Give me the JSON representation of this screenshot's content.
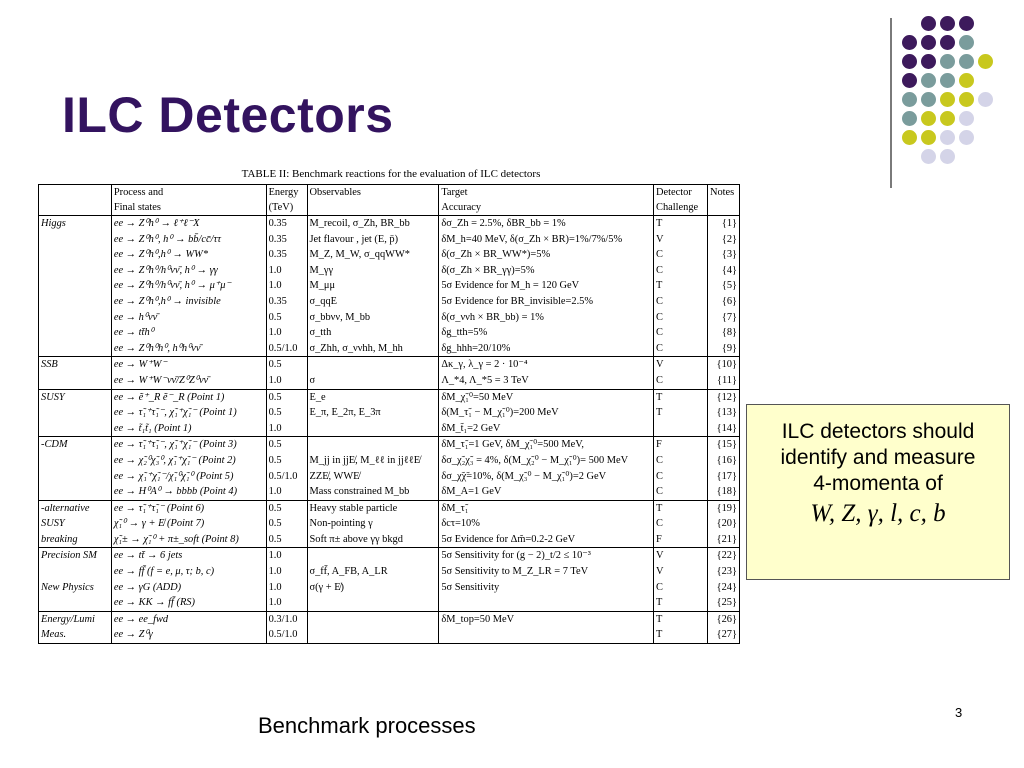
{
  "slide": {
    "title": "ILC Detectors",
    "page_number": "3",
    "bottom_caption": "Benchmark processes",
    "info_box": {
      "line1": "ILC detectors should",
      "line2": "identify and measure",
      "line3": "4-momenta of",
      "particles": "W, Z, γ, l, c, b"
    },
    "dot_colors": {
      "purple": "#3d1a5c",
      "teal": "#7a9c9c",
      "yellow": "#c8c81e",
      "lavender": "#d4d4e8"
    }
  },
  "table": {
    "caption": "TABLE II: Benchmark reactions for the evaluation of ILC detectors",
    "headers": {
      "process": [
        "Process and",
        "Final states"
      ],
      "energy": [
        "Energy",
        "(TeV)"
      ],
      "observables": [
        "Observables",
        ""
      ],
      "target": [
        "Target",
        "Accuracy"
      ],
      "challenge": [
        "Detector",
        "Challenge"
      ],
      "notes": [
        "Notes",
        ""
      ]
    },
    "rows": [
      {
        "cat": "Higgs",
        "proc": "ee → Z⁰h⁰ → ℓ⁺ℓ⁻X",
        "energy": "0.35",
        "obs": "M_recoil, σ_Zh, BR_bb",
        "target": "δσ_Zh = 2.5%, δBR_bb = 1%",
        "ch": "T",
        "note": "{1}",
        "first": true
      },
      {
        "cat": "",
        "proc": "ee → Z⁰h⁰, h⁰ → bb̄/cc̄/ττ",
        "energy": "0.35",
        "obs": "Jet flavour , jet (E, p̄)",
        "target": "δM_h=40 MeV, δ(σ_Zh × BR)=1%/7%/5%",
        "ch": "V",
        "note": "{2}"
      },
      {
        "cat": "",
        "proc": "ee → Z⁰h⁰,h⁰ → WW*",
        "energy": "0.35",
        "obs": "M_Z, M_W, σ_qqWW*",
        "target": "δ(σ_Zh × BR_WW*)=5%",
        "ch": "C",
        "note": "{3}"
      },
      {
        "cat": "",
        "proc": "ee → Z⁰h⁰/h⁰νν̄, h⁰ → γγ",
        "energy": "1.0",
        "obs": "M_γγ",
        "target": "δ(σ_Zh × BR_γγ)=5%",
        "ch": "C",
        "note": "{4}"
      },
      {
        "cat": "",
        "proc": "ee → Z⁰h⁰/h⁰νν̄, h⁰ → μ⁺μ⁻",
        "energy": "1.0",
        "obs": "M_μμ",
        "target": "5σ Evidence for M_h = 120 GeV",
        "ch": "T",
        "note": "{5}"
      },
      {
        "cat": "",
        "proc": "ee → Z⁰h⁰,h⁰ → invisible",
        "energy": "0.35",
        "obs": "σ_qqE",
        "target": "5σ Evidence for BR_invisible=2.5%",
        "ch": "C",
        "note": "{6}"
      },
      {
        "cat": "",
        "proc": "ee → h⁰νν̄",
        "energy": "0.5",
        "obs": "σ_bbνν, M_bb",
        "target": "δ(σ_ννh × BR_bb) = 1%",
        "ch": "C",
        "note": "{7}"
      },
      {
        "cat": "",
        "proc": "ee → tt̄h⁰",
        "energy": "1.0",
        "obs": "σ_tth",
        "target": "δg_tth=5%",
        "ch": "C",
        "note": "{8}"
      },
      {
        "cat": "",
        "proc": "ee → Z⁰h⁰h⁰, h⁰h⁰νν̄",
        "energy": "0.5/1.0",
        "obs": "σ_Zhh, σ_ννhh, M_hh",
        "target": "δg_hhh=20/10%",
        "ch": "C",
        "note": "{9}"
      },
      {
        "cat": "SSB",
        "proc": "ee → W⁺W⁻",
        "energy": "0.5",
        "obs": "",
        "target": "Δκ_γ, λ_γ = 2 · 10⁻⁴",
        "ch": "V",
        "note": "{10}",
        "first": true
      },
      {
        "cat": "",
        "proc": "ee → W⁺W⁻νν̄/Z⁰Z⁰νν̄",
        "energy": "1.0",
        "obs": "σ",
        "target": "Λ_*4, Λ_*5 = 3 TeV",
        "ch": "C",
        "note": "{11}"
      },
      {
        "cat": "SUSY",
        "proc": "ee → ẽ⁺_R ẽ⁻_R (Point 1)",
        "energy": "0.5",
        "obs": "E_e",
        "target": "δM_χ̃₁⁰=50 MeV",
        "ch": "T",
        "note": "{12}",
        "first": true
      },
      {
        "cat": "",
        "proc": "ee → τ̃₁⁺τ̃₁⁻, χ̃₁⁺χ̃₁⁻ (Point 1)",
        "energy": "0.5",
        "obs": "E_π, E_2π, E_3π",
        "target": "δ(M_τ̃₁ − M_χ̃₁⁰)=200 MeV",
        "ch": "T",
        "note": "{13}"
      },
      {
        "cat": "",
        "proc": "ee → t̃₁t̃₁ (Point 1)",
        "energy": "1.0",
        "obs": "",
        "target": "δM_t̃₁=2 GeV",
        "ch": "",
        "note": "{14}"
      },
      {
        "cat": "-CDM",
        "proc": "ee → τ̃₁⁺τ̃₁⁻, χ̃₁⁺χ̃₁⁻ (Point 3)",
        "energy": "0.5",
        "obs": "",
        "target": "δM_τ̃₁=1 GeV, δM_χ̃₁⁰=500 MeV,",
        "ch": "F",
        "note": "{15}",
        "first": true
      },
      {
        "cat": "",
        "proc": "ee → χ̃₂⁰χ̃₃⁰, χ̃₁⁺χ̃₁⁻ (Point 2)",
        "energy": "0.5",
        "obs": "M_jj in jjE̸, M_ℓℓ in jjℓℓE̸",
        "target": "δσ_χ̃₂χ̃₃ = 4%, δ(M_χ̃₂⁰ − M_χ̃₁⁰)= 500 MeV",
        "ch": "C",
        "note": "{16}"
      },
      {
        "cat": "",
        "proc": "ee → χ̃₁⁺χ̃₁⁻/χ̃₁⁰χ̃₁⁰ (Point 5)",
        "energy": "0.5/1.0",
        "obs": "ZZE̸, WWE̸",
        "target": "δσ_χ̃χ̃=10%, δ(M_χ̃₃⁰ − M_χ̃₁⁰)=2 GeV",
        "ch": "C",
        "note": "{17}"
      },
      {
        "cat": "",
        "proc": "ee → H⁰A⁰ → bbbb (Point 4)",
        "energy": "1.0",
        "obs": "Mass constrained M_bb",
        "target": "δM_A=1 GeV",
        "ch": "C",
        "note": "{18}"
      },
      {
        "cat": "-alternative",
        "proc": "ee → τ̃₁⁺τ̃₁⁻ (Point 6)",
        "energy": "0.5",
        "obs": "Heavy stable particle",
        "target": "δM_τ̃₁",
        "ch": "T",
        "note": "{19}",
        "first": true
      },
      {
        "cat": "SUSY",
        "proc": "χ̃₁⁰ → γ + E̸ (Point 7)",
        "energy": "0.5",
        "obs": "Non-pointing γ",
        "target": "δcτ=10%",
        "ch": "C",
        "note": "{20}"
      },
      {
        "cat": "breaking",
        "proc": "χ̃₁± → χ̃₁⁰ + π±_soft (Point 8)",
        "energy": "0.5",
        "obs": "Soft π± above γγ bkgd",
        "target": "5σ Evidence for Δm̃=0.2-2 GeV",
        "ch": "F",
        "note": "{21}"
      },
      {
        "cat": "Precision SM",
        "proc": "ee → tt̄ → 6 jets",
        "energy": "1.0",
        "obs": "",
        "target": "5σ Sensitivity for (g − 2)_t/2 ≤ 10⁻³",
        "ch": "V",
        "note": "{22}",
        "first": true
      },
      {
        "cat": "",
        "proc": "ee → ff̄ (f = e, μ, τ; b, c)",
        "energy": "1.0",
        "obs": "σ_ff̄, A_FB, A_LR",
        "target": "5σ Sensitivity to M_Z_LR = 7 TeV",
        "ch": "V",
        "note": "{23}"
      },
      {
        "cat": "New Physics",
        "proc": "ee → γG (ADD)",
        "energy": "1.0",
        "obs": "σ(γ + E̸)",
        "target": "5σ Sensitivity",
        "ch": "C",
        "note": "{24}"
      },
      {
        "cat": "",
        "proc": "ee → KK → ff̄ (RS)",
        "energy": "1.0",
        "obs": "",
        "target": "",
        "ch": "T",
        "note": "{25}"
      },
      {
        "cat": "Energy/Lumi",
        "proc": "ee → ee_fwd",
        "energy": "0.3/1.0",
        "obs": "",
        "target": "δM_top=50 MeV",
        "ch": "T",
        "note": "{26}",
        "first": true
      },
      {
        "cat": "Meas.",
        "proc": "ee → Z⁰γ",
        "energy": "0.5/1.0",
        "obs": "",
        "target": "",
        "ch": "T",
        "note": "{27}"
      }
    ]
  }
}
